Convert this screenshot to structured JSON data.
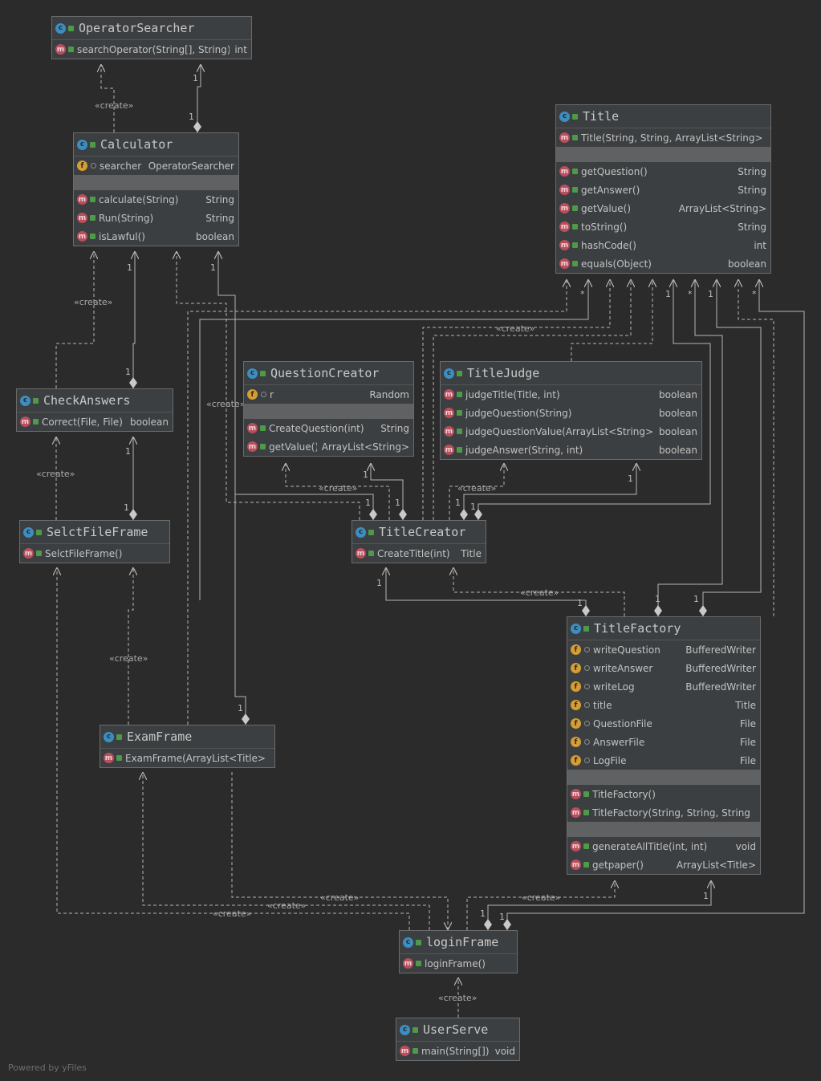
{
  "classes": {
    "OperatorSearcher": {
      "name": "OperatorSearcher",
      "members": [
        {
          "kind": "m",
          "vis": "pub",
          "name": "searchOperator(String[], String)",
          "type": "int"
        }
      ]
    },
    "Calculator": {
      "name": "Calculator",
      "fields": [
        {
          "kind": "f",
          "vis": "pkg",
          "name": "searcher",
          "type": "OperatorSearcher"
        }
      ],
      "methods": [
        {
          "kind": "m",
          "vis": "pub",
          "name": "calculate(String)",
          "type": "String"
        },
        {
          "kind": "m",
          "vis": "pub",
          "name": "Run(String)",
          "type": "String"
        },
        {
          "kind": "m",
          "vis": "pub",
          "name": "isLawful()",
          "type": "boolean"
        }
      ]
    },
    "Title": {
      "name": "Title",
      "constructors": [
        {
          "kind": "m",
          "vis": "pub",
          "name": "Title(String, String, ArrayList<String>)",
          "type": ""
        }
      ],
      "methods": [
        {
          "kind": "m",
          "vis": "pub",
          "name": "getQuestion()",
          "type": "String"
        },
        {
          "kind": "m",
          "vis": "pub",
          "name": "getAnswer()",
          "type": "String"
        },
        {
          "kind": "m",
          "vis": "pub",
          "name": "getValue()",
          "type": "ArrayList<String>"
        },
        {
          "kind": "m",
          "vis": "pub",
          "name": "toString()",
          "type": "String"
        },
        {
          "kind": "m",
          "vis": "pub",
          "name": "hashCode()",
          "type": "int"
        },
        {
          "kind": "m",
          "vis": "pub",
          "name": "equals(Object)",
          "type": "boolean"
        }
      ]
    },
    "CheckAnswers": {
      "name": "CheckAnswers",
      "members": [
        {
          "kind": "m",
          "vis": "pub",
          "name": "Correct(File, File)",
          "type": "boolean"
        }
      ]
    },
    "QuestionCreator": {
      "name": "QuestionCreator",
      "fields": [
        {
          "kind": "f",
          "vis": "pkg",
          "name": "r",
          "type": "Random"
        }
      ],
      "methods": [
        {
          "kind": "m",
          "vis": "pub",
          "name": "CreateQuestion(int)",
          "type": "String"
        },
        {
          "kind": "m",
          "vis": "pub",
          "name": "getValue()",
          "type": "ArrayList<String>"
        }
      ]
    },
    "TitleJudge": {
      "name": "TitleJudge",
      "members": [
        {
          "kind": "m",
          "vis": "pub",
          "name": "judgeTitle(Title, int)",
          "type": "boolean"
        },
        {
          "kind": "m",
          "vis": "pub",
          "name": "judgeQuestion(String)",
          "type": "boolean"
        },
        {
          "kind": "m",
          "vis": "pub",
          "name": "judgeQuestionValue(ArrayList<String>)",
          "type": "boolean"
        },
        {
          "kind": "m",
          "vis": "pub",
          "name": "judgeAnswer(String, int)",
          "type": "boolean"
        }
      ]
    },
    "SelctFileFrame": {
      "name": "SelctFileFrame",
      "members": [
        {
          "kind": "m",
          "vis": "pub",
          "name": "SelctFileFrame()",
          "type": ""
        }
      ]
    },
    "TitleCreator": {
      "name": "TitleCreator",
      "members": [
        {
          "kind": "m",
          "vis": "pub",
          "name": "CreateTitle(int)",
          "type": "Title"
        }
      ]
    },
    "TitleFactory": {
      "name": "TitleFactory",
      "fields": [
        {
          "kind": "f",
          "vis": "pkg",
          "name": "writeQuestion",
          "type": "BufferedWriter"
        },
        {
          "kind": "f",
          "vis": "pkg",
          "name": "writeAnswer",
          "type": "BufferedWriter"
        },
        {
          "kind": "f",
          "vis": "pkg",
          "name": "writeLog",
          "type": "BufferedWriter"
        },
        {
          "kind": "f",
          "vis": "pkg",
          "name": "title",
          "type": "Title"
        },
        {
          "kind": "f",
          "vis": "pkg",
          "name": "QuestionFile",
          "type": "File"
        },
        {
          "kind": "f",
          "vis": "pkg",
          "name": "AnswerFile",
          "type": "File"
        },
        {
          "kind": "f",
          "vis": "pkg",
          "name": "LogFile",
          "type": "File"
        }
      ],
      "constructors": [
        {
          "kind": "m",
          "vis": "pub",
          "name": "TitleFactory()",
          "type": ""
        },
        {
          "kind": "m",
          "vis": "pub",
          "name": "TitleFactory(String, String, String)",
          "type": ""
        }
      ],
      "methods": [
        {
          "kind": "m",
          "vis": "pub",
          "name": "generateAllTitle(int, int)",
          "type": "void"
        },
        {
          "kind": "m",
          "vis": "pub",
          "name": "getpaper()",
          "type": "ArrayList<Title>"
        }
      ]
    },
    "ExamFrame": {
      "name": "ExamFrame",
      "members": [
        {
          "kind": "m",
          "vis": "pub",
          "name": "ExamFrame(ArrayList<Title>)",
          "type": ""
        }
      ]
    },
    "loginFrame": {
      "name": "loginFrame",
      "members": [
        {
          "kind": "m",
          "vis": "pub",
          "name": "loginFrame()",
          "type": ""
        }
      ]
    },
    "UserServe": {
      "name": "UserServe",
      "members": [
        {
          "kind": "m",
          "vis": "pub",
          "name": "main(String[])",
          "type": "void"
        }
      ]
    }
  },
  "icons": {
    "class": "class-icon",
    "method": "method-icon",
    "field": "field-icon"
  },
  "labels": {
    "create": "«create»",
    "one": "1",
    "many": "*"
  },
  "footer": "Powered by yFiles",
  "colors": {
    "background": "#2b2b2b",
    "box": "#3c3f41",
    "edge": "#b5b5b5",
    "class_icon": "#3d8ec0",
    "method_icon": "#b94e5c",
    "field_icon": "#d59d36"
  }
}
